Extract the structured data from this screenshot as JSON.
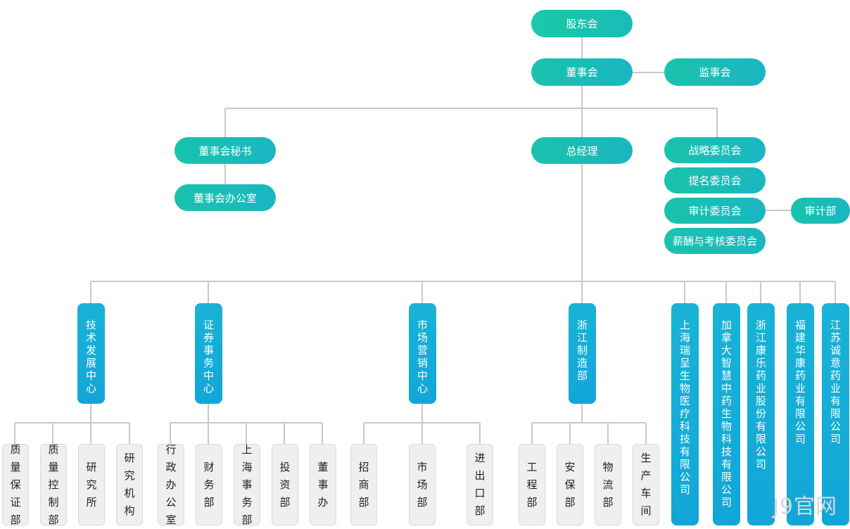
{
  "top": {
    "shareholders": "股东会",
    "board": "董事会",
    "supervisors": "监事会",
    "board_secretary": "董事会秘书",
    "board_office": "董事会办公室",
    "general_manager": "总经理"
  },
  "committees": [
    "战略委员会",
    "提名委员会",
    "审计委员会",
    "薪酬与考核委员会"
  ],
  "audit_dept": "审计部",
  "centers": [
    "技术发展中心",
    "证券事务中心",
    "市场营销中心",
    "浙江制造部"
  ],
  "subsidiaries": [
    "上海瑞呈生物医疗科技有限公司",
    "加拿大智慧中药生物科技有限公司",
    "浙江康乐药业股份有限公司",
    "福建华康药业有限公司",
    "江苏诚意药业有限公司"
  ],
  "departments": {
    "tech": [
      "质量保证部",
      "质量控制部",
      "研究所",
      "研究机构"
    ],
    "securities": [
      "行政办公室",
      "财务部",
      "上海事务部",
      "投资部",
      "董事办"
    ],
    "marketing": [
      "招商部",
      "市场部",
      "进出口部"
    ],
    "manufacturing": [
      "工程部",
      "安保部",
      "物流部",
      "生产车间"
    ]
  },
  "watermark": "J9官网",
  "colors": {
    "line": "#c8c8c8",
    "teal": "#1bc0b0",
    "blue": "#14aad7",
    "gray_box": "#efefef"
  }
}
